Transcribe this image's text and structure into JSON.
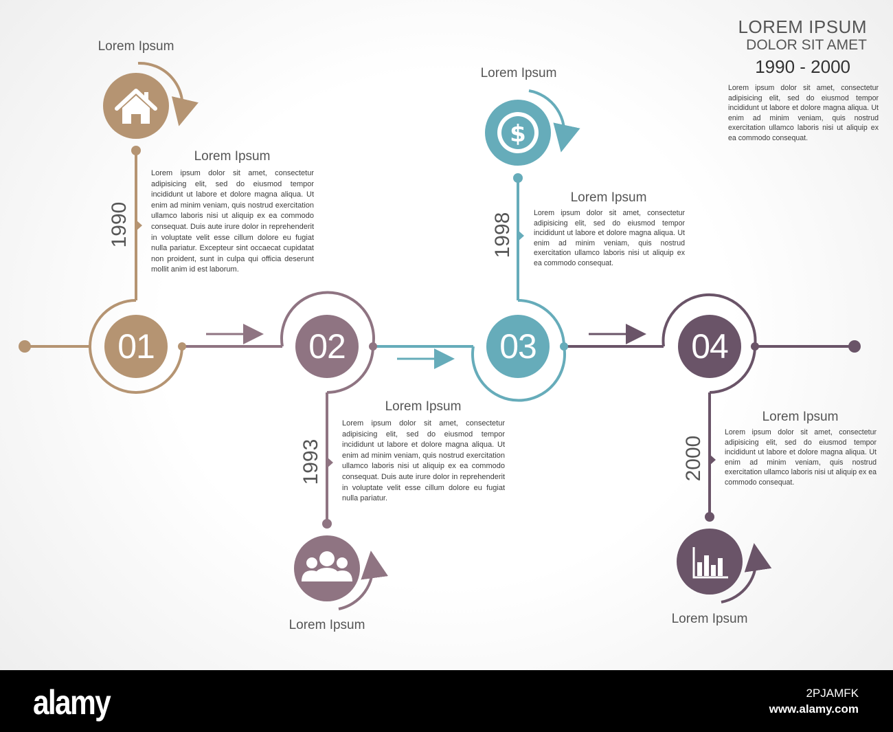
{
  "header": {
    "title": "LOREM IPSUM",
    "subtitle": "DOLOR SIT AMET",
    "range": "1990 - 2000",
    "paragraph": "Lorem ipsum dolor sit amet, consectetur adipisicing elit, sed do eiusmod tempor incididunt ut labore et dolore magna aliqua. Ut enim ad minim veniam, quis nostrud exercitation ullamco laboris nisi ut aliquip ex ea commodo consequat."
  },
  "colors": {
    "tan": "#b59472",
    "mauve": "#8f7482",
    "teal": "#66acba",
    "plum": "#6a5468"
  },
  "steps": [
    {
      "number": "01",
      "year": "1990",
      "icon": "house-icon",
      "icon_label": "Lorem Ipsum",
      "title": "Lorem Ipsum",
      "text": "Lorem ipsum dolor sit amet, consectetur adipisicing elit, sed do eiusmod tempor incididunt ut labore et dolore magna aliqua. Ut enim ad minim veniam, quis nostrud exercitation ullamco laboris nisi ut aliquip ex ea commodo consequat. Duis aute irure dolor in reprehenderit in voluptate velit esse cillum dolore eu fugiat nulla pariatur. Excepteur sint occaecat cupidatat non proident, sunt in culpa qui officia deserunt mollit anim id est laborum."
    },
    {
      "number": "02",
      "year": "1993",
      "icon": "people-group-icon",
      "icon_label": "Lorem Ipsum",
      "title": "Lorem Ipsum",
      "text": "Lorem ipsum dolor sit amet, consectetur adipisicing elit, sed do eiusmod tempor incididunt ut labore et dolore magna aliqua. Ut enim ad minim veniam, quis nostrud exercitation ullamco laboris nisi ut aliquip ex ea commodo consequat. Duis aute irure dolor in reprehenderit in voluptate velit esse cillum dolore eu fugiat nulla pariatur."
    },
    {
      "number": "03",
      "year": "1998",
      "icon": "dollar-coin-icon",
      "icon_label": "Lorem Ipsum",
      "title": "Lorem Ipsum",
      "text": "Lorem ipsum dolor sit amet, consectetur adipisicing elit, sed do eiusmod tempor incididunt ut labore et dolore magna aliqua. Ut enim ad minim veniam, quis nostrud exercitation ullamco laboris nisi ut aliquip ex ea commodo consequat."
    },
    {
      "number": "04",
      "year": "2000",
      "icon": "bar-chart-icon",
      "icon_label": "Lorem Ipsum",
      "title": "Lorem Ipsum",
      "text": "Lorem ipsum dolor sit amet, consectetur adipisicing elit, sed do eiusmod tempor incididunt ut labore et dolore magna aliqua. Ut enim ad minim veniam, quis nostrud exercitation ullamco laboris nisi ut aliquip ex ea commodo consequat."
    }
  ],
  "footer": {
    "brand": "alamy",
    "code": "2PJAMFK",
    "site": "www.alamy.com"
  }
}
